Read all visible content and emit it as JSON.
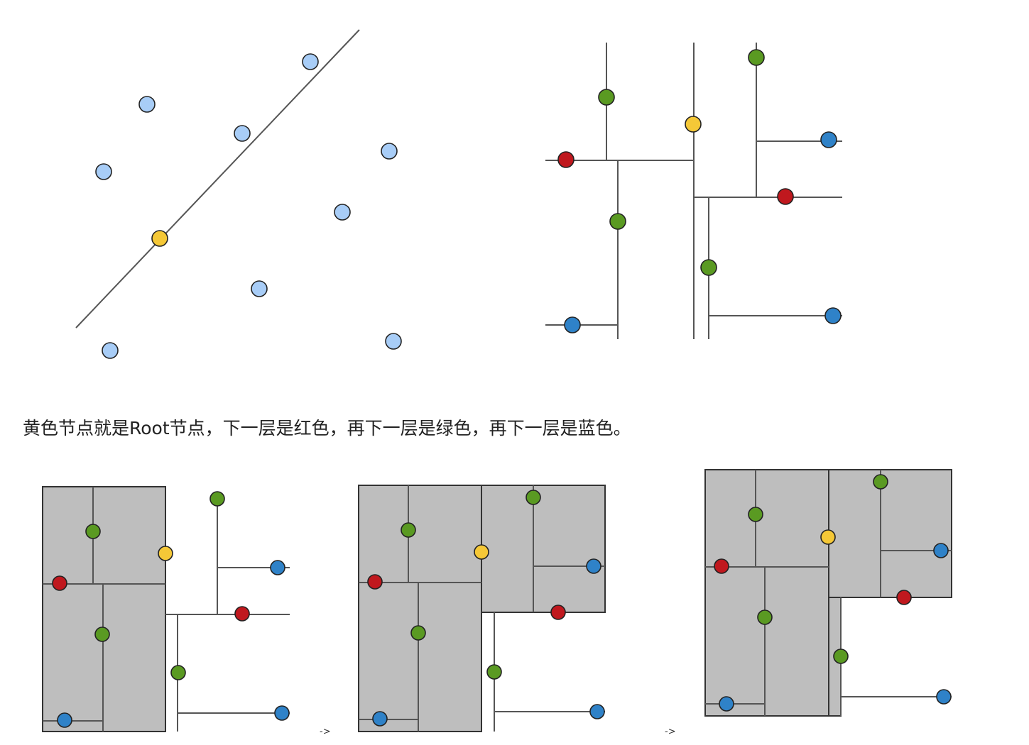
{
  "caption": "黄色节点就是Root节点，下一层是红色，再下一层是绿色，再下一层是蓝色。",
  "arrow_label": "->",
  "colors": {
    "yellow": "#f5c837",
    "red": "#c0181e",
    "green": "#5a9a22",
    "blue": "#2f82c8",
    "light_blue": "#a8cdf7",
    "shaded_region": "#bebebe",
    "line": "#555555"
  },
  "node_levels": [
    "yellow",
    "red",
    "green",
    "blue"
  ]
}
